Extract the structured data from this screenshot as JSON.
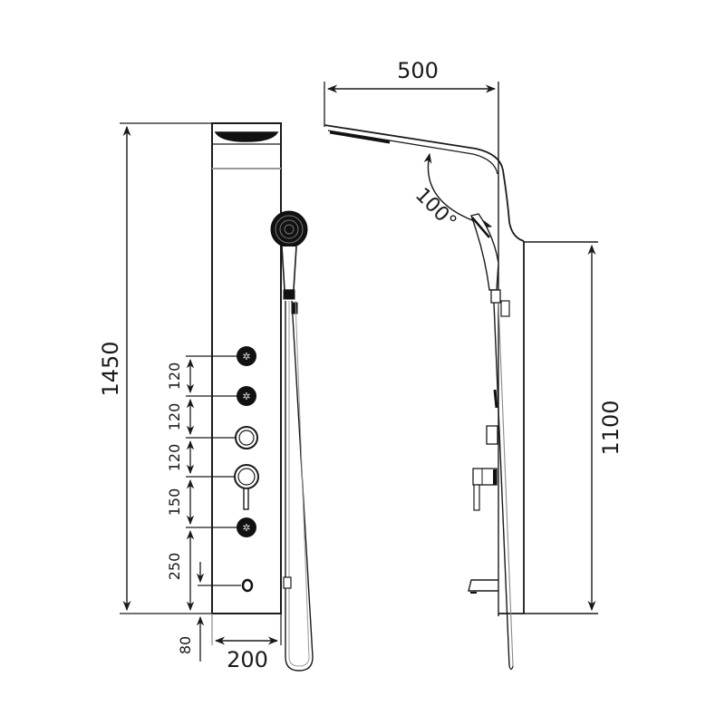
{
  "diagram": {
    "subject": "Shower panel dimensional drawing",
    "front_view": {
      "overall_height_label": "1450",
      "width_label": "200",
      "bottom_offset_label": "80",
      "spacing_labels": [
        "120",
        "120",
        "120",
        "150",
        "250"
      ],
      "components": [
        {
          "name": "body-jet-1",
          "type": "massage-jet"
        },
        {
          "name": "body-jet-2",
          "type": "massage-jet"
        },
        {
          "name": "diverter-knob",
          "type": "ring-knob"
        },
        {
          "name": "mixer-lever",
          "type": "lever-handle"
        },
        {
          "name": "body-jet-3",
          "type": "massage-jet"
        },
        {
          "name": "tub-spout",
          "type": "spout"
        }
      ]
    },
    "side_view": {
      "arm_projection_label": "500",
      "arm_angle_label": "100°",
      "panel_height_label": "1100"
    },
    "colors": {
      "line": "#1a1a1a",
      "fill_dark": "#111111",
      "background": "#ffffff"
    }
  }
}
